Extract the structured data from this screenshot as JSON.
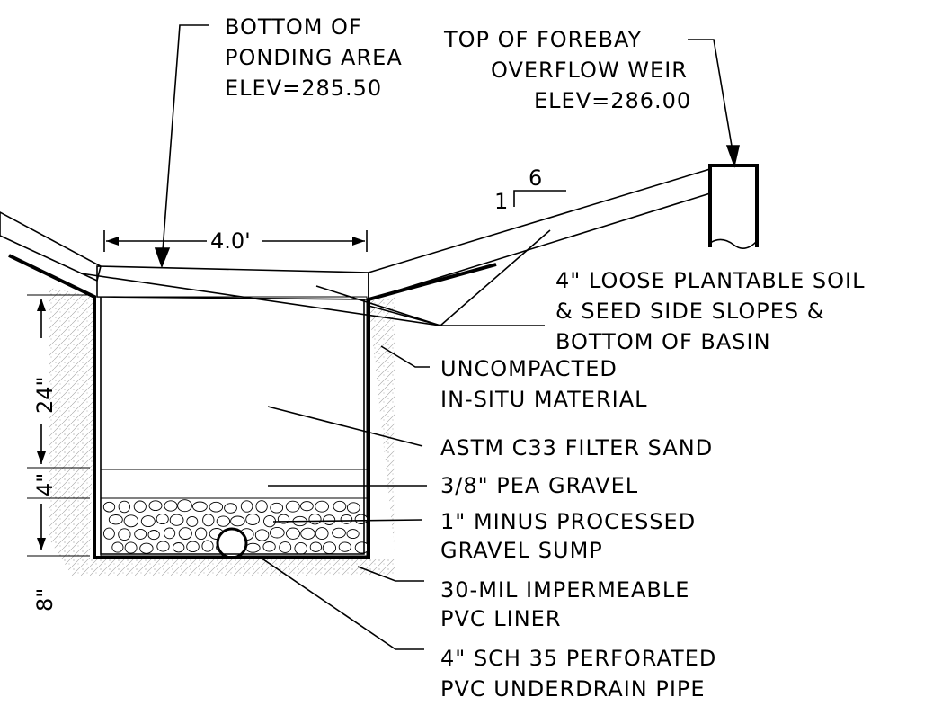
{
  "title": "",
  "labels": {
    "bottom_ponding_1": "BOTTOM OF",
    "bottom_ponding_2": "PONDING AREA",
    "bottom_ponding_3": "ELEV=285.50",
    "top_forebay_1": "TOP OF FOREBAY",
    "top_forebay_2": "OVERFLOW WEIR",
    "top_forebay_3": "ELEV=286.00",
    "slope_1": "1",
    "slope_6": "6",
    "width_dim": "4.0'",
    "soil_1": "4\" LOOSE PLANTABLE SOIL",
    "soil_2": "& SEED SIDE SLOPES &",
    "soil_3": "BOTTOM OF BASIN",
    "insitu_1": "UNCOMPACTED",
    "insitu_2": "IN-SITU MATERIAL",
    "sand": "ASTM C33 FILTER SAND",
    "pea": "3/8\" PEA GRAVEL",
    "sump_1": "1\" MINUS PROCESSED",
    "sump_2": "GRAVEL SUMP",
    "liner_1": "30-MIL IMPERMEABLE",
    "liner_2": "PVC LINER",
    "pipe_1": "4\" SCH 35 PERFORATED",
    "pipe_2": "PVC UNDERDRAIN PIPE",
    "dim_24": "24\"",
    "dim_4": "4\"",
    "dim_8": "8\""
  }
}
